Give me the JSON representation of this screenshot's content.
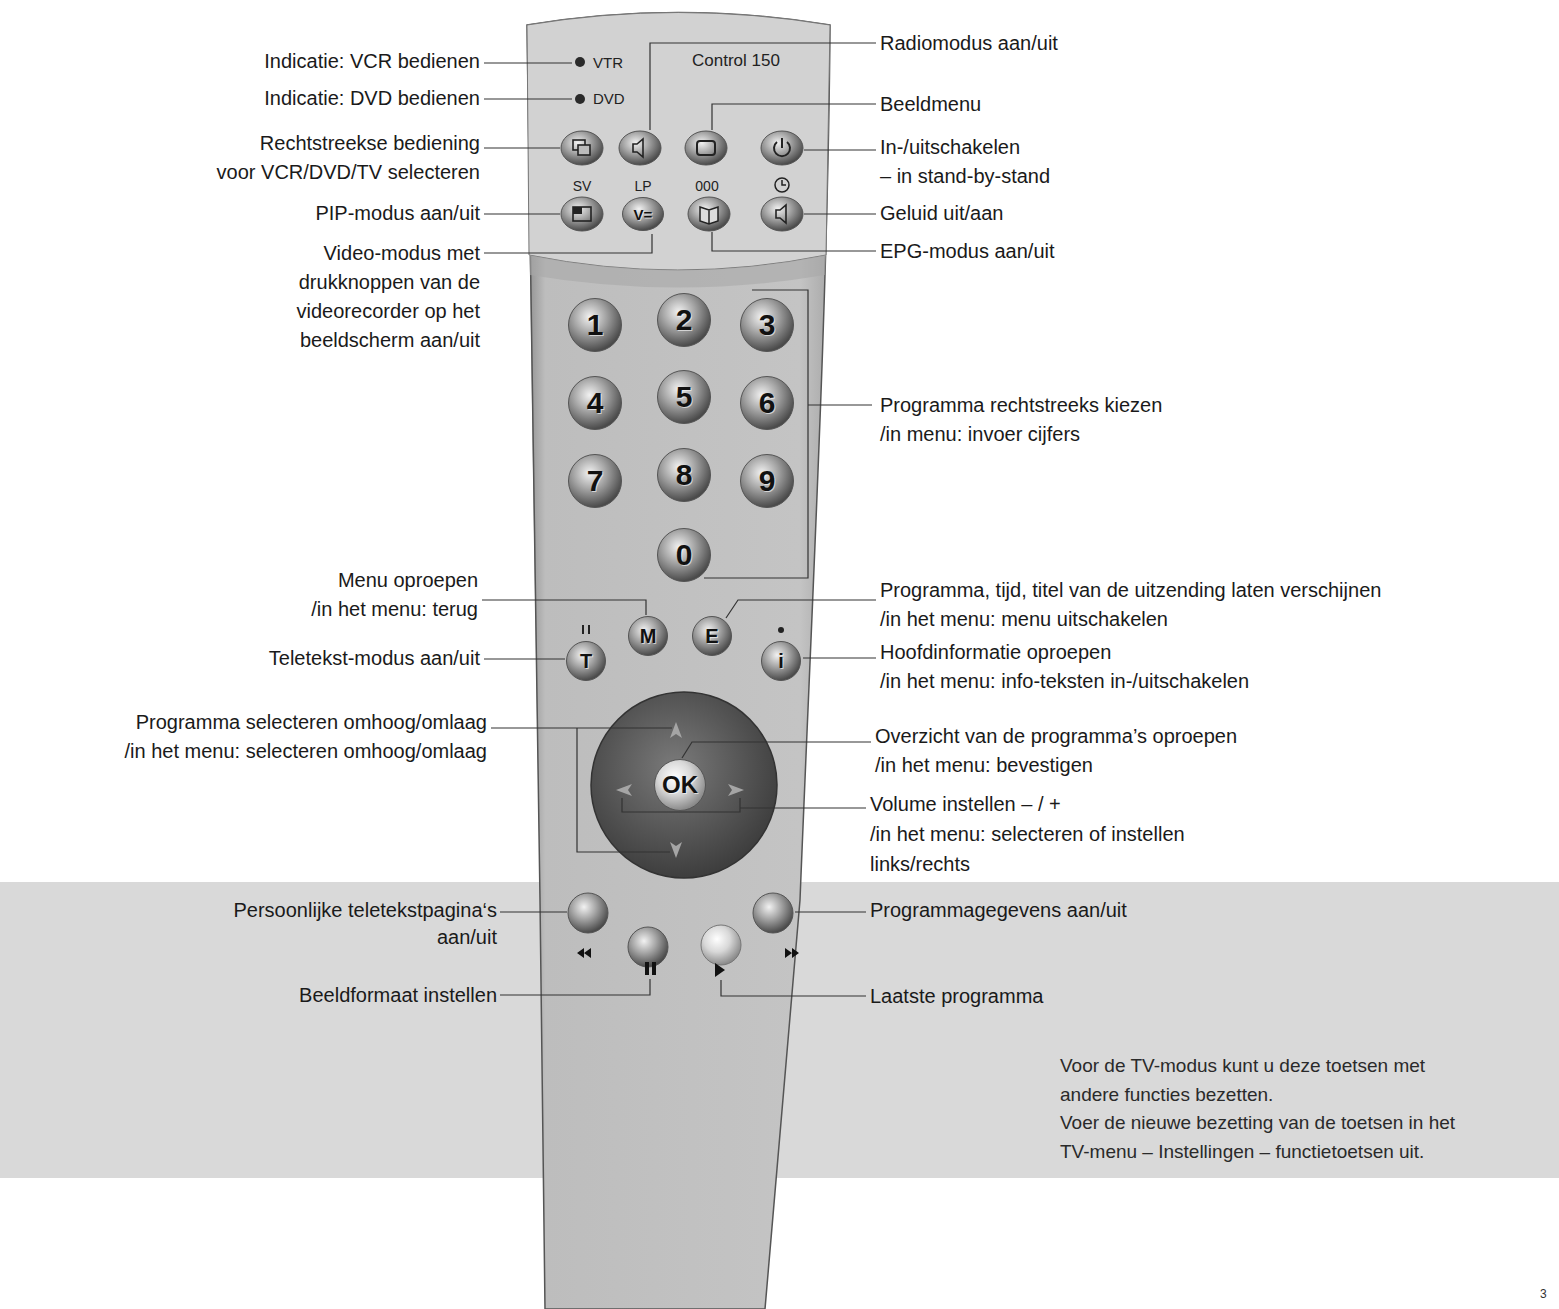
{
  "diagram": {
    "nodes": [
      {
        "text": [
          "V="
        ]
      },
      {
        "text": [
          "1"
        ]
      },
      {
        "text": [
          "2"
        ]
      },
      {
        "text": [
          "3"
        ]
      },
      {
        "text": [
          "4"
        ]
      },
      {
        "text": [
          "5"
        ]
      },
      {
        "text": [
          "6"
        ]
      },
      {
        "text": [
          "7"
        ]
      },
      {
        "text": [
          "8"
        ]
      },
      {
        "text": [
          "9"
        ]
      },
      {
        "text": [
          "0"
        ]
      },
      {
        "text": [
          "M"
        ]
      },
      {
        "text": [
          "E"
        ]
      },
      {
        "text": [
          "T"
        ]
      },
      {
        "text": [
          "i"
        ]
      },
      {
        "text": [
          "OK"
        ]
      }
    ],
    "labels": [
      "Indicatie: VCR bedienen",
      "VTR",
      "Control 150",
      "Radiomodus aan/uit",
      "Indicatie: DVD bedienen",
      "DVD",
      "Beeldmenu",
      "Rechtstreekse bediening voor VCR/DVD/TV selecteren",
      "In-/uitschakelen – in stand-by-stand",
      "SV",
      "LP",
      "000",
      "PIP-modus aan/uit",
      "Geluid uit/aan",
      "EPG-modus aan/uit",
      "Video-modus met drukknoppen van de videorecorder op het beeldscherm aan/uit",
      "Programma rechtstreeks kiezen /in menu: invoer cijfers",
      "Menu oproepen /in het menu: terug",
      "Programma, tijd, titel van de uitzending laten verschijnen /in het menu: menu uitschakelen",
      "Teletekst-modus aan/uit",
      "Hoofdinformatie oproepen /in het menu: info-teksten in-/uitschakelen",
      "Programma selecteren omhoog/omlaag /in het menu: selecteren omhoog/omlaag",
      "Overzicht van de programma’s oproepen /in het menu: bevestigen",
      "Volume instellen – / + /in het menu: selecteren of instellen links/rechts",
      "Persoonlijke teletekstpagina‘s aan/uit",
      "Programmagegevens aan/uit",
      "Beeldformaat instellen",
      "Laatste programma",
      "Voor de TV-modus kunt u deze toetsen met andere functies bezetten.",
      "Voer de nieuwe bezetting van de toetsen in het TV-menu – Instellingen – functietoetsen uit.",
      "3"
    ]
  }
}
